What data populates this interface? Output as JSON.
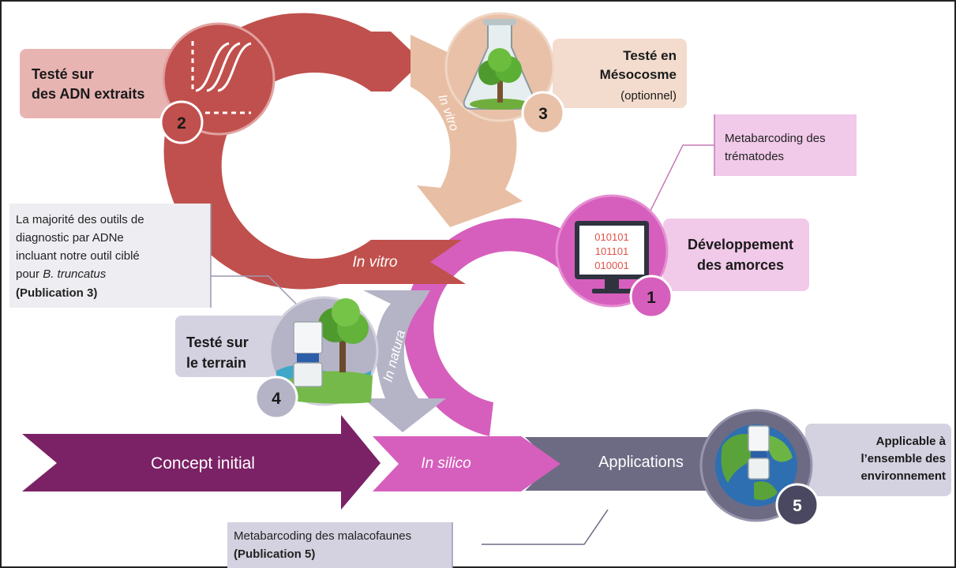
{
  "steps": {
    "s1": {
      "title_line1": "Développement",
      "title_line2": "des amorces",
      "number": "1"
    },
    "s2": {
      "title_line1": "Testé sur",
      "title_line2": "des ADN extraits",
      "number": "2"
    },
    "s3": {
      "title_line1": "Testé en",
      "title_line2": "Mésocosme",
      "note": "(optionnel)",
      "number": "3"
    },
    "s4": {
      "title_line1": "Testé sur",
      "title_line2": "le terrain",
      "number": "4"
    },
    "s5": {
      "title_line1": "Applicable à",
      "title_line2": "l’ensemble des",
      "title_line3": "environnement",
      "number": "5"
    }
  },
  "arrows": {
    "concept": "Concept initial",
    "in_silico": "In silico",
    "applications": "Applications",
    "in_vitro_main": "In vitro",
    "in_vitro_arc": "In vitro",
    "in_natura": "In natura"
  },
  "computer_code": [
    "010101",
    "101101",
    "010001"
  ],
  "notes": {
    "trematodes": [
      "Metabarcoding des",
      "trématodes"
    ],
    "majorite": [
      "La majorité des outils de",
      "diagnostic par ADNe",
      "incluant notre outil ciblé",
      "pour "
    ],
    "majorite_species": "B. truncatus",
    "majorite_pub": "(Publication 3)",
    "malacofaunes": "Metabarcoding des malacofaunes",
    "malacofaunes_pub": "(Publication 5)"
  },
  "colors": {
    "red": "#c0504d",
    "red_light": "#e8b4b2",
    "peach": "#e8bfa4",
    "peach_light": "#f3dccd",
    "magenta": "#d65fbd",
    "magenta_light": "#f1c9e9",
    "purple": "#7b2166",
    "slate": "#6d6b84",
    "slate_light": "#d4d2e0",
    "grey_arrow": "#b5b3c6",
    "dark_badge": "#4a4860"
  },
  "icon_names": [
    "qpcr-curve-icon",
    "flask-tree-icon",
    "computer-icon",
    "filter-landscape-icon",
    "globe-filter-icon"
  ]
}
